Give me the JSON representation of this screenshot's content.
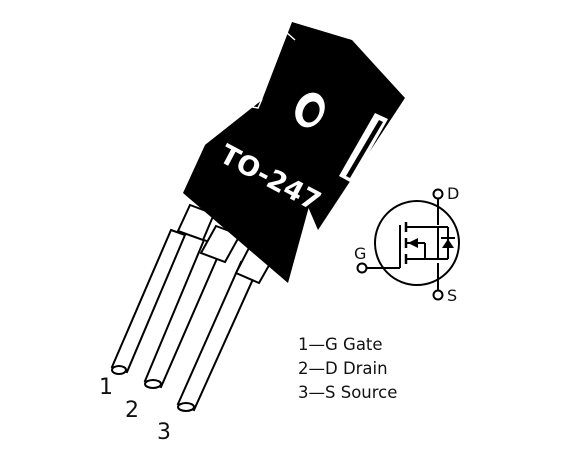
{
  "package": {
    "label": "TO-247"
  },
  "pins": [
    {
      "number": "1"
    },
    {
      "number": "2"
    },
    {
      "number": "3"
    }
  ],
  "symbol": {
    "drain_label": "D",
    "gate_label": "G",
    "source_label": "S"
  },
  "legend": [
    {
      "text": "1—G Gate"
    },
    {
      "text": "2—D Drain"
    },
    {
      "text": "3—S Source"
    }
  ],
  "colors": {
    "body": "#000000",
    "lead_fill": "#ffffff",
    "outline": "#000000"
  }
}
